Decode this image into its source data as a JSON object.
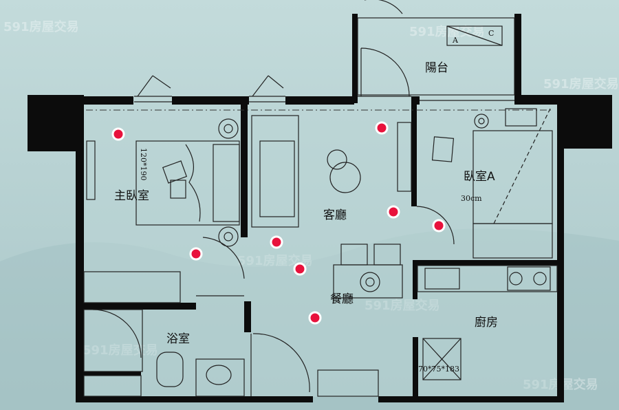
{
  "rooms": {
    "balcony": "陽台",
    "master_bedroom": "主臥室",
    "living_room": "客廳",
    "bedroom_a": "臥室A",
    "dining_room": "餐廳",
    "bathroom": "浴室",
    "kitchen": "廚房"
  },
  "annotations": {
    "ac_a": "A",
    "ac_c": "C",
    "bed_size": "120*190",
    "bedroom_a_dim": "30cm",
    "fridge_size": "70*75*183"
  },
  "watermark": "591房屋交易",
  "colors": {
    "background": "#b9d3d3",
    "wall": "#0c0c0c",
    "marker": "#e8123c"
  },
  "markers_count": 8
}
